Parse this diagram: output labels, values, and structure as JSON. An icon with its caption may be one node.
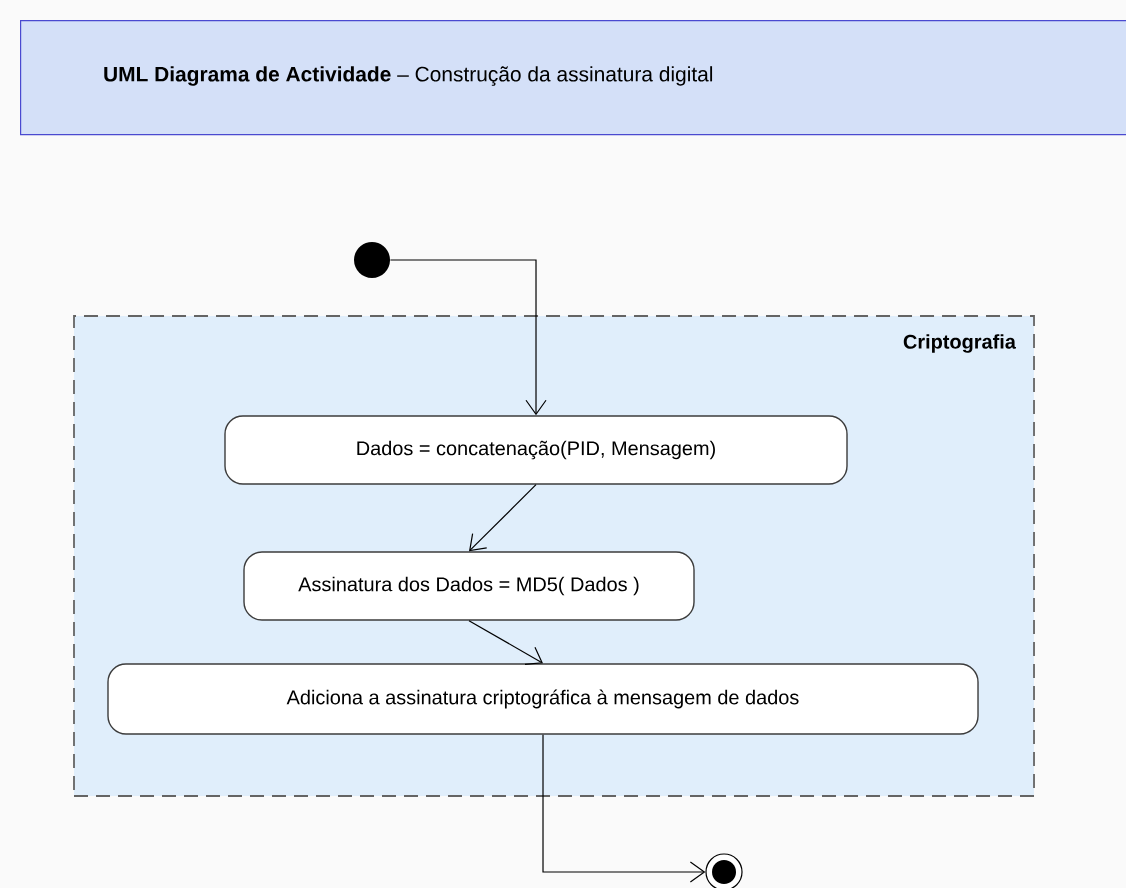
{
  "diagram": {
    "title": "**UML Diagrama de Actividade** – Construção da assinatura digital",
    "nodes": [
      {
        "text": [],
        "shape": "circle"
      },
      {
        "text": [
          "Criptografia"
        ]
      },
      {
        "text": [
          "Dados = concatenação(PID, Mensagem)"
        ],
        "in": 1
      },
      {
        "text": [
          "Assinatura dos Dados = MD5( Dados )"
        ],
        "in": 1
      },
      {
        "text": [
          "Adiciona a assinatura criptográfica à mensagem de dados"
        ],
        "in": 1
      },
      {
        "text": [],
        "shape": "bullseye"
      }
    ],
    "edges": [
      {
        "from": 0,
        "to": 2,
        "arrow": "to"
      },
      {
        "from": 2,
        "to": 3,
        "arrow": "to"
      },
      {
        "from": 3,
        "to": 4,
        "arrow": "to"
      },
      {
        "from": 4,
        "to": 5,
        "arrow": "to"
      }
    ]
  }
}
